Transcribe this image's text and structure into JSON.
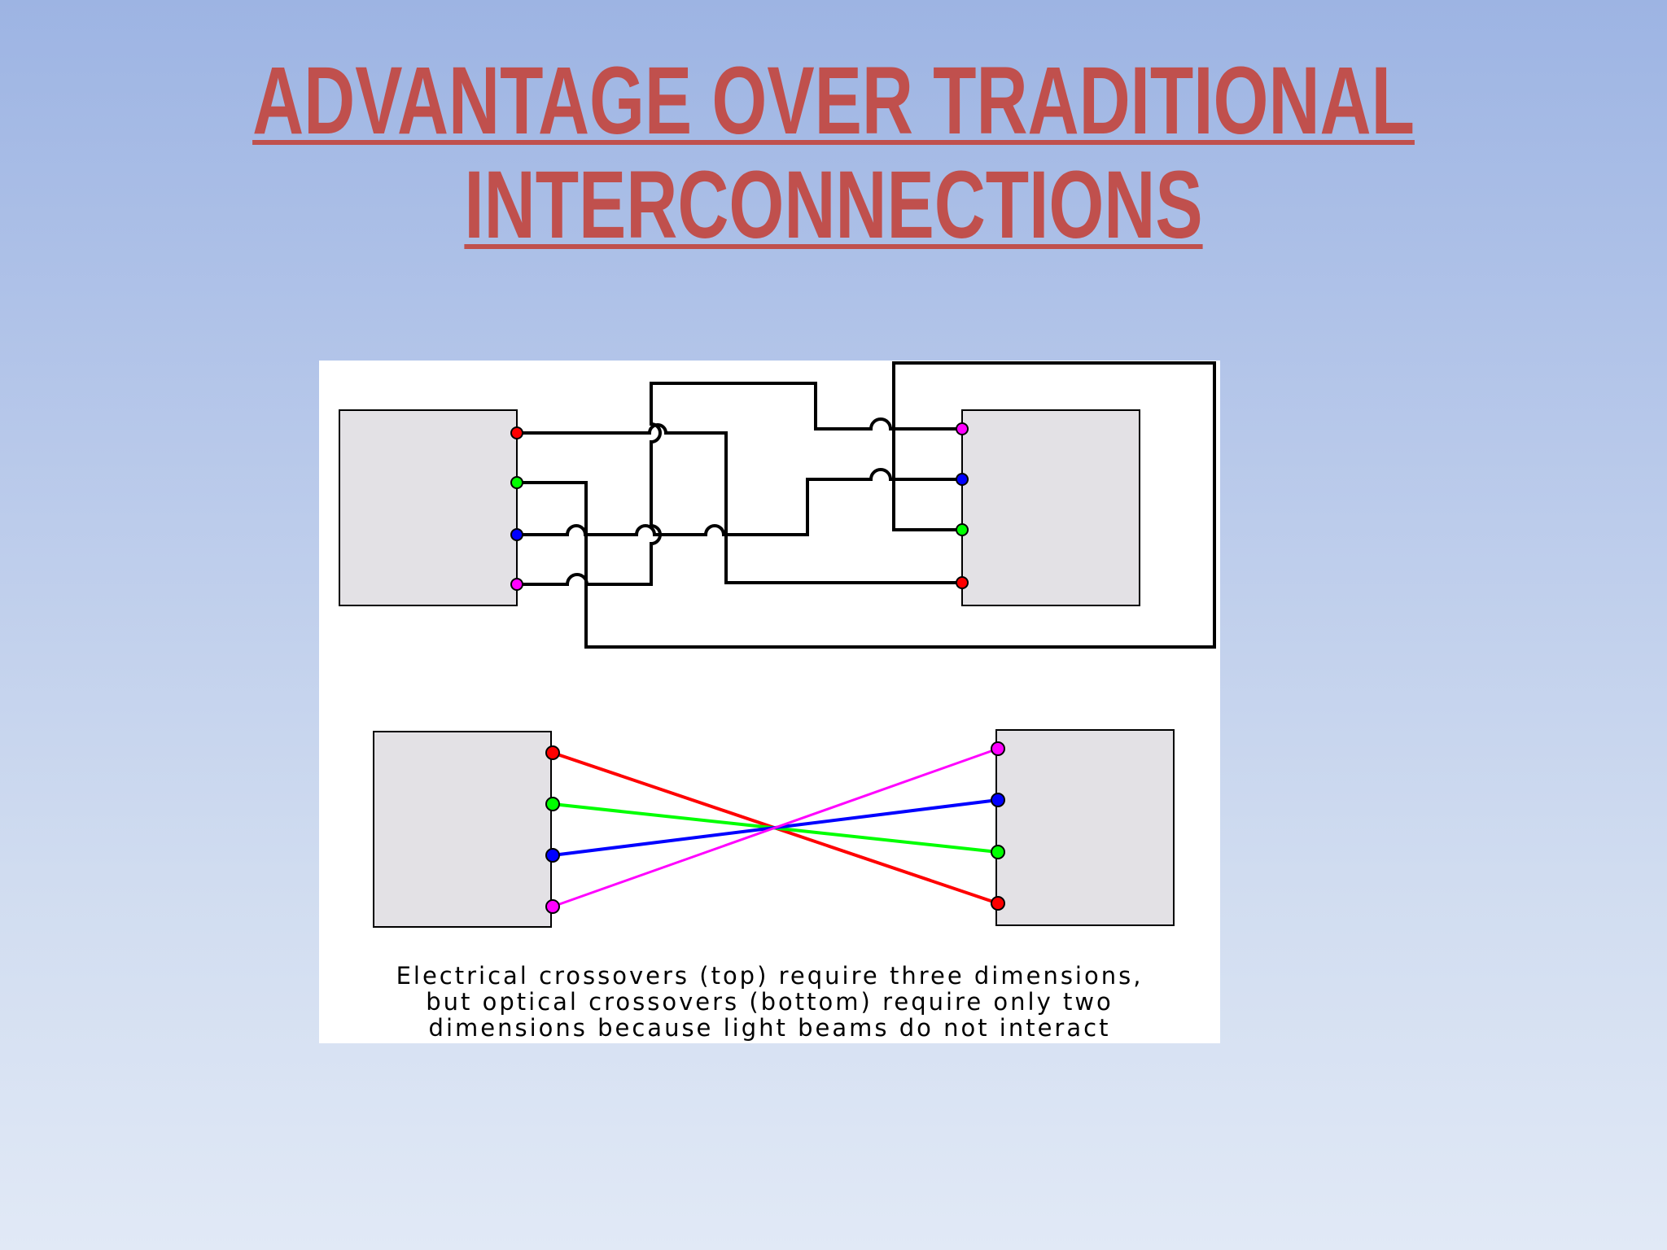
{
  "slide": {
    "title_lines": [
      "ADVANTAGE OVER TRADITIONAL",
      "INTERCONNECTIONS"
    ]
  },
  "figure": {
    "caption_lines": [
      "Electrical crossovers (top) require three dimensions,",
      "but optical crossovers (bottom) require only two",
      "dimensions because light beams do not interact"
    ]
  },
  "colors": {
    "title": "#c0504d",
    "block_fill": "#e3e1e5",
    "wire": "#000000",
    "red": "#ff0000",
    "green": "#00ff00",
    "blue": "#0000ff",
    "magenta": "#ff00ff"
  }
}
